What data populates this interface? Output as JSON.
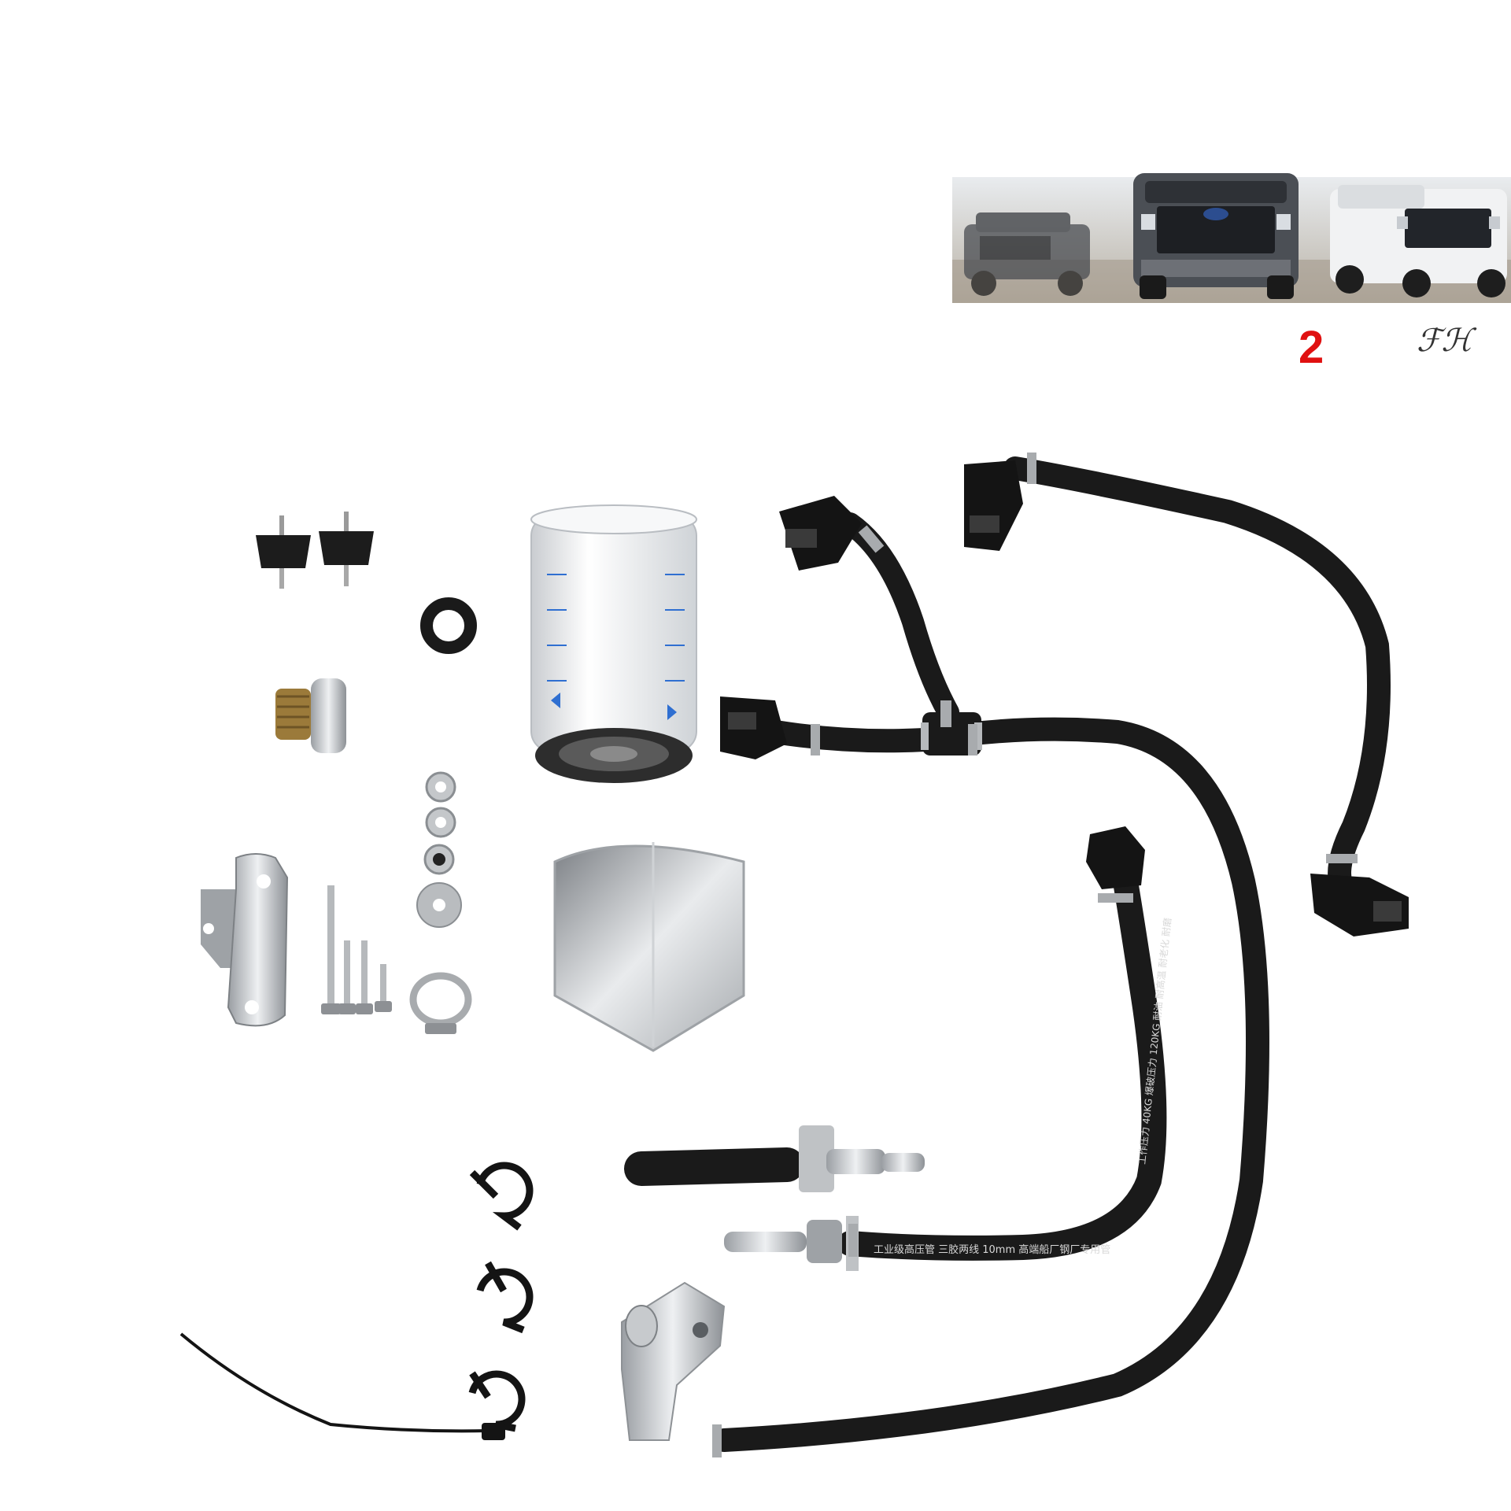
{
  "banner": {
    "badge_text": "2",
    "signature_text": "ℱℋ"
  },
  "hose_print": {
    "line1": "工业级高压管 三胶两线 10mm 高端船厂钢厂专用管",
    "line2": "工作压力 40KG 爆破压力 120KG 耐油 耐高温 耐老化 耐磨"
  },
  "colors": {
    "background": "#ffffff",
    "hose": "#1a1a1a",
    "filter_body": "#f2f4f6",
    "filter_marks": "#2f6fd1",
    "metal": "#c7cacd",
    "badge_red": "#e01010"
  }
}
